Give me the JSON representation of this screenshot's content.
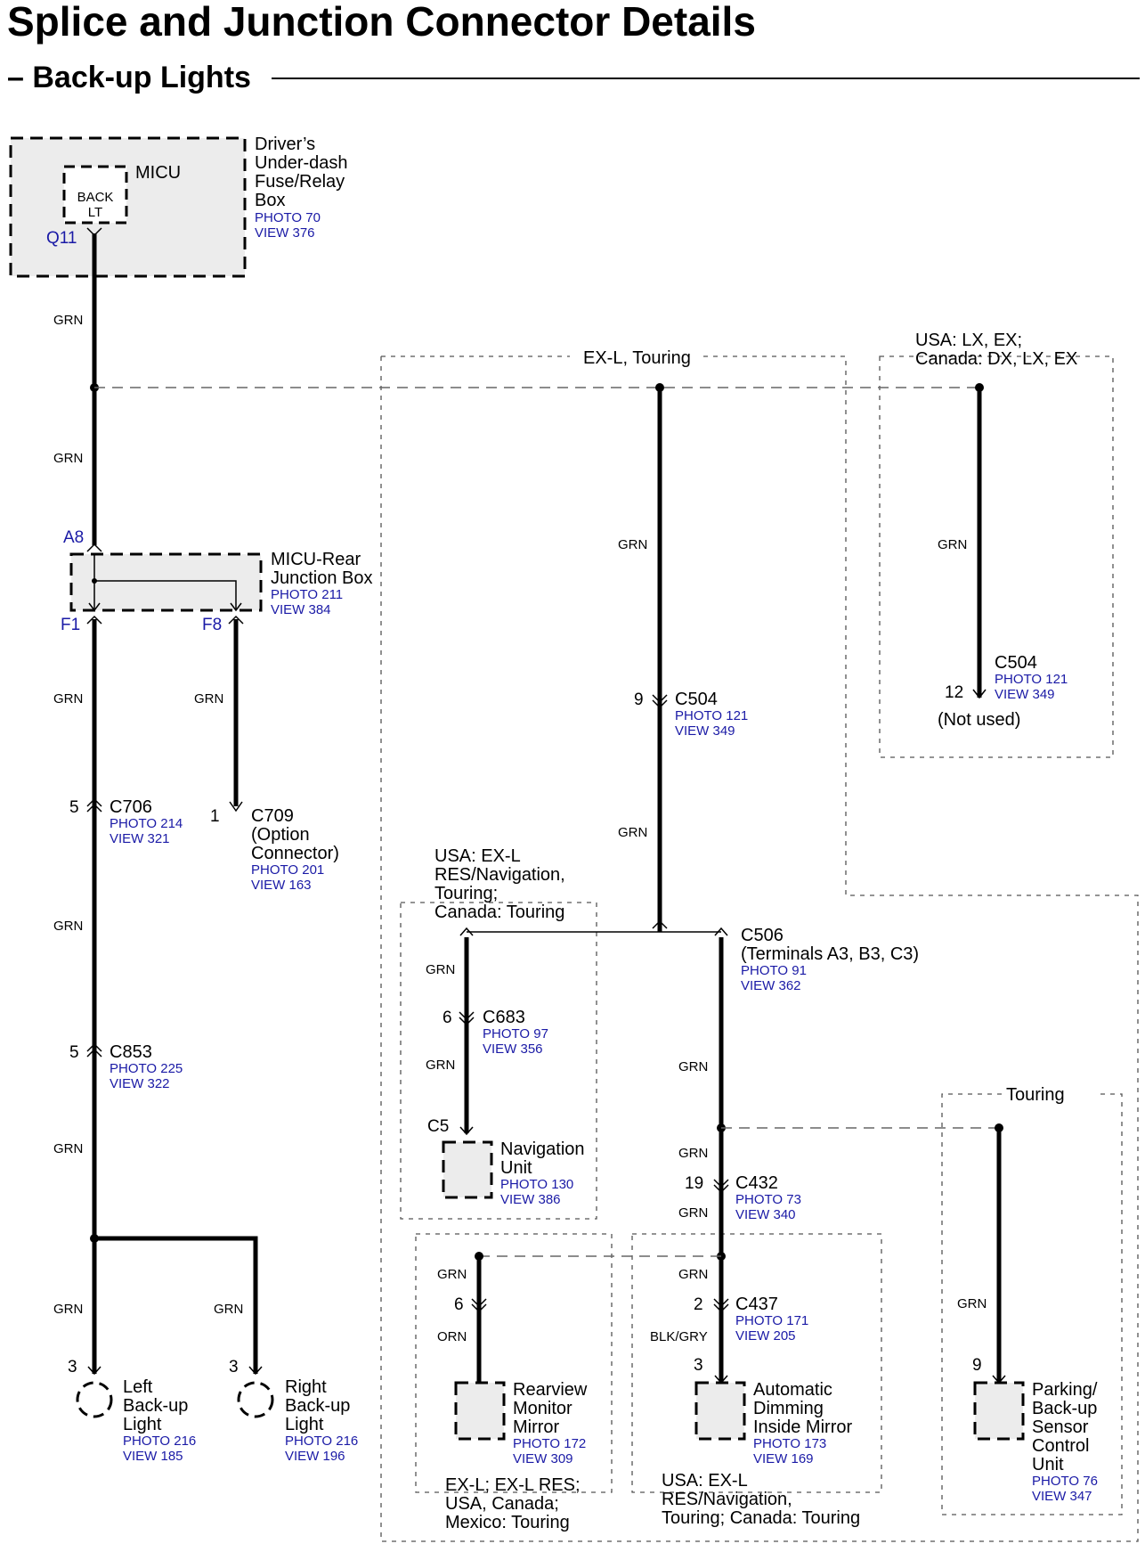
{
  "title": "Splice and Junction Connector Details",
  "subtitle": "– Back-up Lights",
  "micu": {
    "name": "MICU",
    "back_lt_1": "BACK",
    "back_lt_2": "LT",
    "pin": "Q11",
    "desc1": "Driver’s",
    "desc2": "Under-dash",
    "desc3": "Fuse/Relay",
    "desc4": "Box",
    "photo": "PHOTO 70",
    "view": "VIEW 376"
  },
  "wire_color_grn": "GRN",
  "wire_color_orn": "ORN",
  "wire_color_blkgry": "BLK/GRY",
  "variant_exl_touring": "EX-L, Touring",
  "variant_usa_lx_1": "USA: LX, EX;",
  "variant_usa_lx_2": "Canada: DX, LX, EX",
  "rear_jb": {
    "pin_a8": "A8",
    "pin_f1": "F1",
    "pin_f8": "F8",
    "name1": "MICU-Rear",
    "name2": "Junction Box",
    "photo": "PHOTO 211",
    "view": "VIEW 384"
  },
  "c504_a": {
    "pin": "9",
    "name": "C504",
    "photo": "PHOTO 121",
    "view": "VIEW 349"
  },
  "c504_b": {
    "pin": "12",
    "name": "C504",
    "photo": "PHOTO 121",
    "view": "VIEW 349",
    "note": "(Not used)"
  },
  "c706": {
    "pin": "5",
    "name": "C706",
    "photo": "PHOTO 214",
    "view": "VIEW 321"
  },
  "c709": {
    "pin": "1",
    "name": "C709",
    "line2": "(Option",
    "line3": "Connector)",
    "photo": "PHOTO 201",
    "view": "VIEW 163"
  },
  "c853": {
    "pin": "5",
    "name": "C853",
    "photo": "PHOTO 225",
    "view": "VIEW 322"
  },
  "nav_variant": {
    "l1": "USA: EX-L",
    "l2": "RES/Navigation,",
    "l3": "Touring;",
    "l4": "Canada: Touring"
  },
  "c683": {
    "pin": "6",
    "name": "C683",
    "photo": "PHOTO 97",
    "view": "VIEW 356"
  },
  "nav_unit": {
    "pin": "C5",
    "l1": "Navigation",
    "l2": "Unit",
    "photo": "PHOTO 130",
    "view": "VIEW 386"
  },
  "c506": {
    "name": "C506",
    "line2": "(Terminals A3, B3, C3)",
    "photo": "PHOTO 91",
    "view": "VIEW 362"
  },
  "touring_label": "Touring",
  "c432": {
    "pin": "19",
    "name": "C432",
    "photo": "PHOTO 73",
    "view": "VIEW 340"
  },
  "c437": {
    "pin": "2",
    "name": "C437",
    "photo": "PHOTO 171",
    "view": "VIEW 205"
  },
  "rearview": {
    "pin": "6",
    "l1": "Rearview",
    "l2": "Monitor",
    "l3": "Mirror",
    "photo": "PHOTO 172",
    "view": "VIEW 309"
  },
  "auto_dim": {
    "pin": "3",
    "l1": "Automatic",
    "l2": "Dimming",
    "l3": "Inside Mirror",
    "photo": "PHOTO 173",
    "view": "VIEW 169"
  },
  "parking": {
    "pin": "9",
    "l1": "Parking/",
    "l2": "Back-up",
    "l3": "Sensor",
    "l4": "Control",
    "l5": "Unit",
    "photo": "PHOTO 76",
    "view": "VIEW 347"
  },
  "left_light": {
    "pin": "3",
    "l1": "Left",
    "l2": "Back-up",
    "l3": "Light",
    "photo": "PHOTO 216",
    "view": "VIEW 185"
  },
  "right_light": {
    "pin": "3",
    "l1": "Right",
    "l2": "Back-up",
    "l3": "Light",
    "photo": "PHOTO 216",
    "view": "VIEW 196"
  },
  "rearview_variant": {
    "l1": "EX-L;  EX-L RES;",
    "l2": "USA, Canada;",
    "l3": "Mexico: Touring"
  },
  "autodim_variant": {
    "l1": "USA: EX-L",
    "l2": "RES/Navigation,",
    "l3": "Touring; Canada: Touring"
  }
}
